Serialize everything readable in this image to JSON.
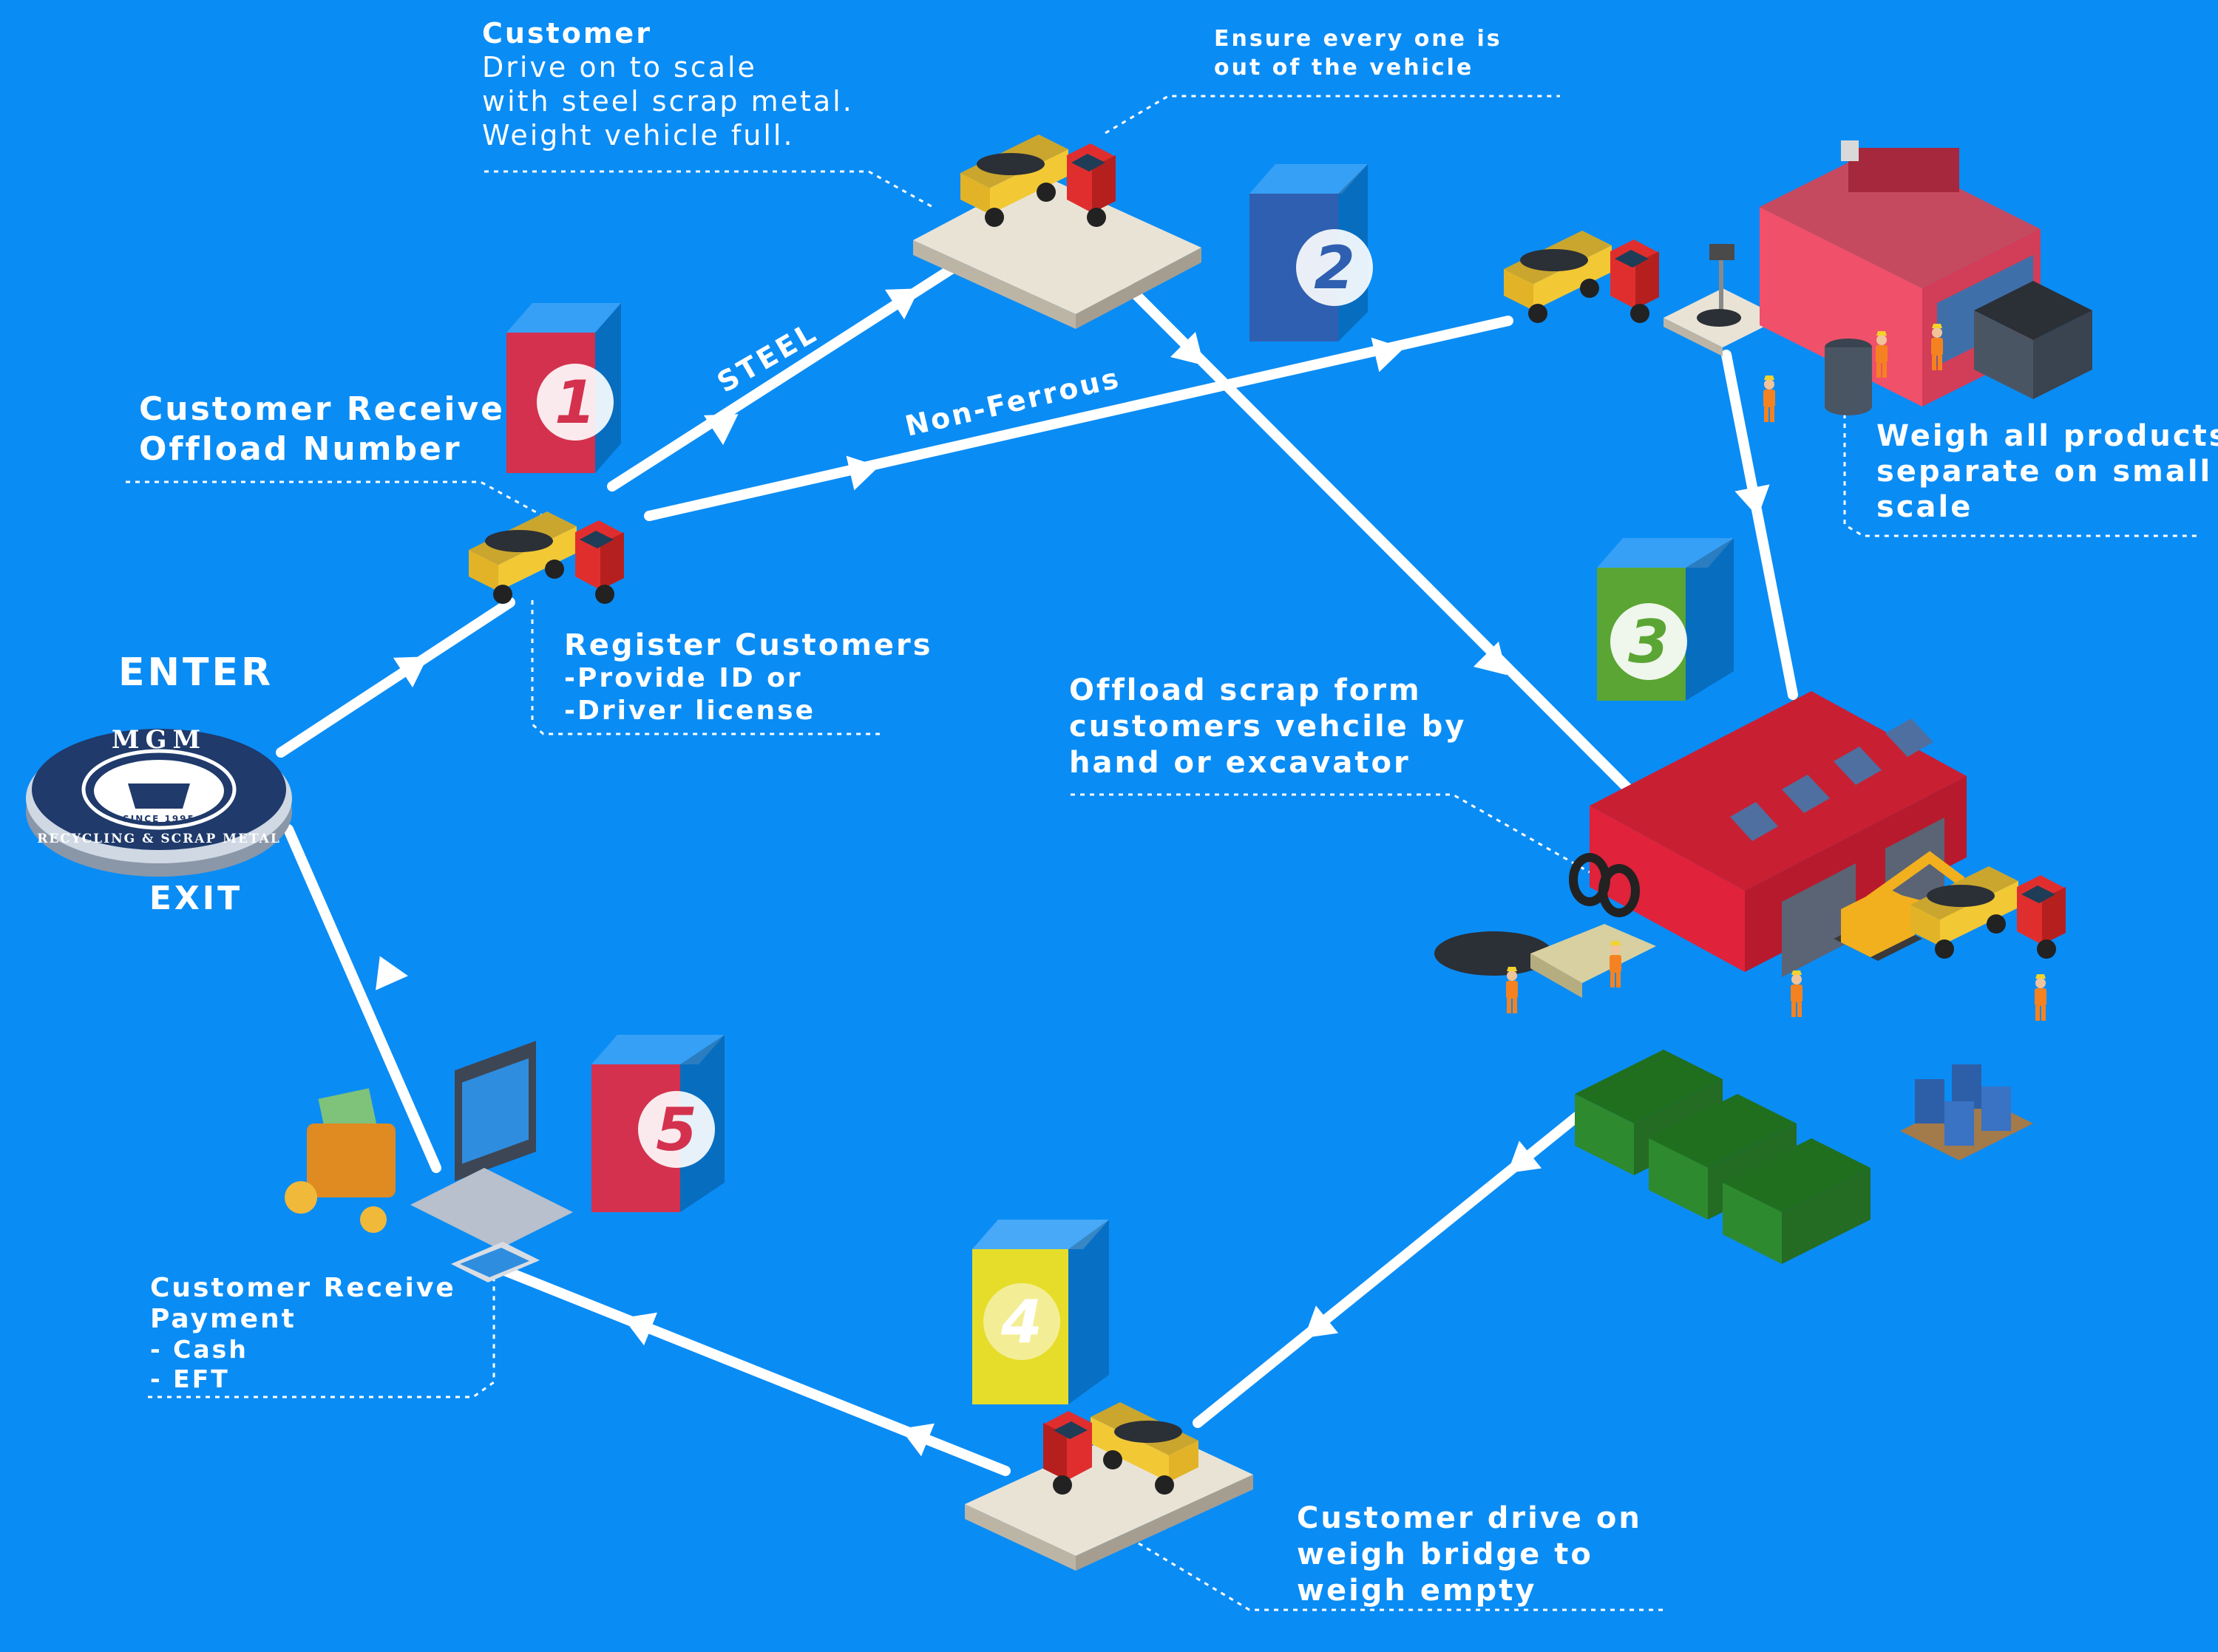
{
  "logo": {
    "brand": "MGM",
    "ring_text": "RECYCLING & SCRAP METAL",
    "since": "SINCE 1995"
  },
  "entry": {
    "enter": "ENTER",
    "exit": "EXIT"
  },
  "routes": {
    "steel": "STEEL",
    "non_ferrous": "Non-Ferrous"
  },
  "steps": [
    {
      "number": "1",
      "color": "#d4314e"
    },
    {
      "number": "2",
      "color": "#2f5fb0"
    },
    {
      "number": "3",
      "color": "#5aa533"
    },
    {
      "number": "4",
      "color": "#e6dd2a"
    },
    {
      "number": "5",
      "color": "#d4314e"
    }
  ],
  "labels": {
    "offload_number": [
      "Customer Receive",
      "Offload Number"
    ],
    "register": {
      "title": "Register Customers",
      "lines": [
        "-Provide ID or",
        "-Driver license"
      ]
    },
    "scale_full": {
      "title": "Customer",
      "lines": [
        "Drive on to scale",
        "with steel scrap metal.",
        "Weight vehicle full."
      ]
    },
    "ensure": [
      "Ensure every one is",
      "out of the vehicle"
    ],
    "weigh_small": [
      "Weigh all products",
      "separate on small",
      "scale"
    ],
    "offload_scrap": [
      "Offload scrap form",
      "customers vehcile by",
      "hand or excavator"
    ],
    "weigh_empty": [
      "Customer drive on",
      "weigh bridge to",
      "weigh empty"
    ],
    "payment": {
      "title": [
        "Customer Receive",
        "Payment"
      ],
      "lines": [
        "- Cash",
        "- EFT"
      ]
    }
  },
  "icons": [
    "truck-icon",
    "warehouse-icon",
    "excavator-icon",
    "worker-icon",
    "container-icon",
    "barrel-icon",
    "laptop-icon",
    "wallet-icon",
    "phone-icon",
    "scale-icon"
  ],
  "colors": {
    "background": "#0a8cf5",
    "path": "#ffffff",
    "warehouse": "#e0223a",
    "container": "#2e8a2e"
  }
}
